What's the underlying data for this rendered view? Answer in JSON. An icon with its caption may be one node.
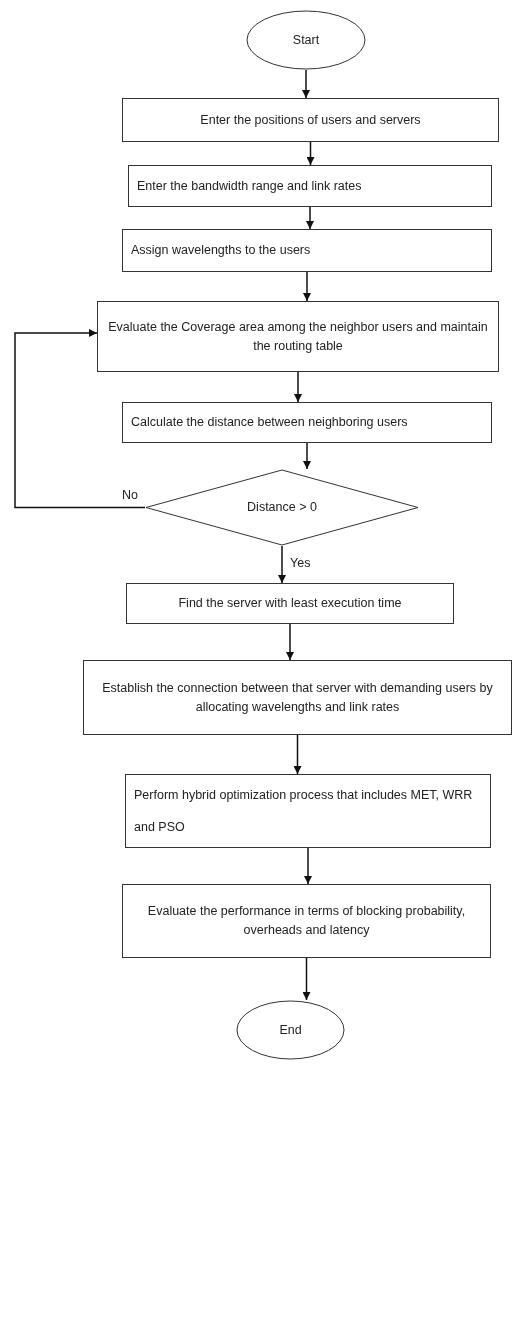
{
  "diagram": {
    "nodes": [
      {
        "text": [
          "Start"
        ]
      },
      {
        "text": [
          "Enter the positions of users and servers"
        ]
      },
      {
        "text": [
          "Enter the bandwidth range and link rates"
        ]
      },
      {
        "text": [
          "Assign wavelengths to the users"
        ]
      },
      {
        "text": [
          "Evaluate the Coverage area among the neighbor users and maintain the routing table"
        ]
      },
      {
        "text": [
          "Calculate the distance between neighboring users"
        ]
      },
      {
        "text": [
          "Distance > 0"
        ]
      },
      {
        "text": [
          "Find the server with least execution time"
        ]
      },
      {
        "text": [
          "Establish the connection between that server with demanding users by allocating wavelengths and link rates"
        ]
      },
      {
        "text": [
          "Perform hybrid optimization process that includes MET, WRR and PSO"
        ]
      },
      {
        "text": [
          "Evaluate the performance in terms of blocking probability, overheads and latency"
        ]
      },
      {
        "text": [
          "End"
        ]
      }
    ],
    "edges": [
      {
        "from": 0,
        "to": 1,
        "arrow": "to"
      },
      {
        "from": 1,
        "to": 2,
        "arrow": "to"
      },
      {
        "from": 2,
        "to": 3,
        "arrow": "to"
      },
      {
        "from": 3,
        "to": 4,
        "arrow": "to"
      },
      {
        "from": 4,
        "to": 5,
        "arrow": "to"
      },
      {
        "from": 5,
        "to": 6,
        "arrow": "to"
      },
      {
        "from": 6,
        "to": 4,
        "arrow": "to",
        "label": "No"
      },
      {
        "from": 6,
        "to": 7,
        "arrow": "to",
        "label": "Yes"
      },
      {
        "from": 7,
        "to": 8,
        "arrow": "to"
      },
      {
        "from": 8,
        "to": 9,
        "arrow": "to"
      },
      {
        "from": 9,
        "to": 10,
        "arrow": "to"
      },
      {
        "from": 10,
        "to": 11,
        "arrow": "to"
      }
    ]
  }
}
